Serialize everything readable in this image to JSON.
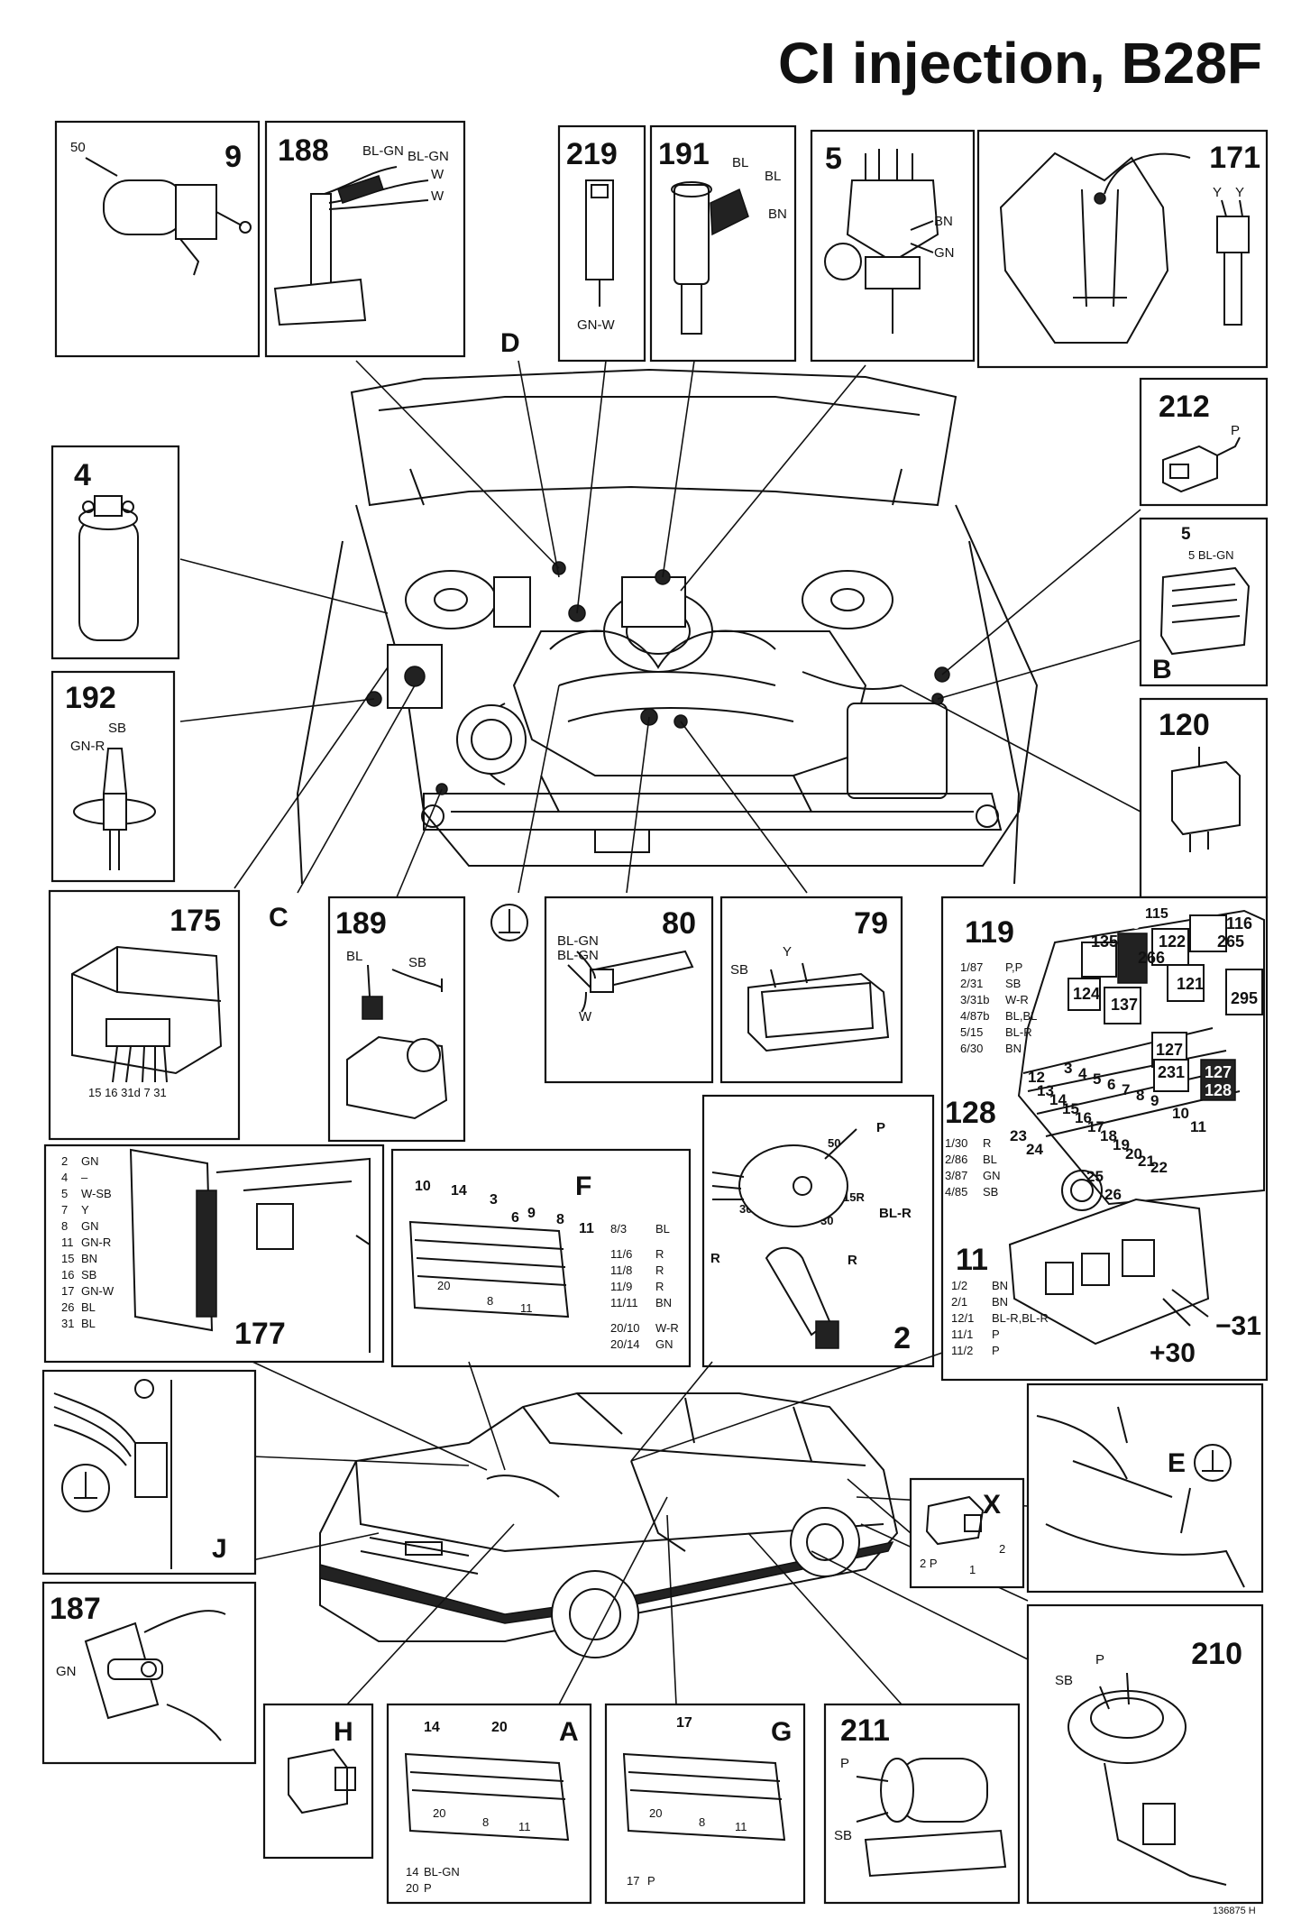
{
  "title": "CI injection, B28F",
  "figure_code": "136875 H",
  "ground_symbol": "⊥",
  "components": {
    "c50_9": {
      "num": "9",
      "label_50": "50"
    },
    "c188": {
      "num": "188",
      "w1": "BL-GN",
      "w2": "BL-GN",
      "w3": "W",
      "w4": "W"
    },
    "c219": {
      "num": "219",
      "wire": "GN-W"
    },
    "c191": {
      "num": "191",
      "w1": "BL",
      "w2": "BL",
      "w3": "BN"
    },
    "c5": {
      "num": "5",
      "w1": "BN",
      "w2": "GN"
    },
    "c171": {
      "num": "171",
      "w1": "Y",
      "w2": "Y"
    },
    "c212": {
      "num": "212",
      "w1": "P"
    },
    "cB": {
      "num": "5",
      "wire": "5 BL-GN",
      "letter": "B"
    },
    "c120": {
      "num": "120"
    },
    "c4": {
      "num": "4"
    },
    "c192": {
      "num": "192",
      "w1": "GN-R",
      "w2": "SB"
    },
    "c175": {
      "num": "175",
      "pins": "15 16 31d 7 31"
    },
    "c189": {
      "num": "189",
      "w1": "BL",
      "w2": "SB"
    },
    "c80": {
      "num": "80",
      "w1": "BL-GN",
      "w2": "BL-GN",
      "w3": "W"
    },
    "c79": {
      "num": "79",
      "w1": "Y",
      "w2": "SB"
    },
    "c177": {
      "num": "177"
    },
    "cF": {
      "letter": "F",
      "n10": "10",
      "n14": "14",
      "n3": "3",
      "n6": "6",
      "n9": "9",
      "n8": "8",
      "n11": "11",
      "n20": "20",
      "n8b": "8",
      "n11b": "11"
    },
    "c2": {
      "num": "2",
      "p": "P",
      "n50": "50",
      "n15r": "15R",
      "blr": "BL-R",
      "n30a": "30",
      "n30b": "30",
      "r1": "R",
      "r2": "R"
    },
    "cX": {
      "letter": "X",
      "n2p": "2 P",
      "n1": "1",
      "n2": "2"
    },
    "cE": {
      "letter": "E"
    },
    "cJ": {
      "letter": "J"
    },
    "c187": {
      "num": "187",
      "w1": "GN"
    },
    "cH": {
      "letter": "H"
    },
    "cA": {
      "letter": "A",
      "n14": "14",
      "n20": "20",
      "n20b": "20",
      "n8": "8",
      "n11": "11"
    },
    "cG": {
      "letter": "G",
      "n17": "17",
      "n20": "20",
      "n8": "8",
      "n11": "11"
    },
    "c211": {
      "num": "211",
      "w1": "P",
      "w2": "SB"
    },
    "c210": {
      "num": "210",
      "w1": "SB",
      "w2": "P"
    },
    "fusebox": {
      "n119": "119",
      "n128": "128",
      "n11": "11",
      "plus30": "+30",
      "minus31": "−31",
      "relays": [
        "115",
        "116",
        "265",
        "119",
        "135",
        "122",
        "266",
        "121",
        "124",
        "137",
        "295",
        "127",
        "231",
        "127",
        "128"
      ],
      "fuses": [
        "12",
        "13",
        "14",
        "15",
        "16",
        "17",
        "18",
        "19",
        "20",
        "21",
        "22",
        "23",
        "24",
        "25",
        "26",
        "3",
        "4",
        "5",
        "6",
        "7",
        "8",
        "9",
        "10",
        "11"
      ]
    }
  },
  "callouts": {
    "D": "D",
    "C": "C"
  },
  "pin_tables": {
    "t119": [
      [
        "1/87",
        "P,P"
      ],
      [
        "2/31",
        "SB"
      ],
      [
        "3/31b",
        "W-R"
      ],
      [
        "4/87b",
        "BL,BL"
      ],
      [
        "5/15",
        "BL-R"
      ],
      [
        "6/30",
        "BN"
      ]
    ],
    "t128": [
      [
        "1/30",
        "R"
      ],
      [
        "2/86",
        "BL"
      ],
      [
        "3/87",
        "GN"
      ],
      [
        "4/85",
        "SB"
      ]
    ],
    "t11": [
      [
        "1/2",
        "BN"
      ],
      [
        "2/1",
        "BN"
      ],
      [
        "12/1",
        "BL-R,BL-R"
      ],
      [
        "11/1",
        "P"
      ],
      [
        "11/2",
        "P"
      ]
    ],
    "tF": [
      [
        "8/3",
        "BL"
      ],
      [
        "11/6",
        "R"
      ],
      [
        "11/8",
        "R"
      ],
      [
        "11/9",
        "R"
      ],
      [
        "11/11",
        "BN"
      ],
      [
        "20/10",
        "W-R"
      ],
      [
        "20/14",
        "GN"
      ]
    ],
    "t177": [
      [
        "2",
        "GN"
      ],
      [
        "4",
        "–"
      ],
      [
        "5",
        "W-SB"
      ],
      [
        "7",
        "Y"
      ],
      [
        "8",
        "GN"
      ],
      [
        "11",
        "GN-R"
      ],
      [
        "15",
        "BN"
      ],
      [
        "16",
        "SB"
      ],
      [
        "17",
        "GN-W"
      ],
      [
        "26",
        "BL"
      ],
      [
        "31",
        "BL"
      ]
    ],
    "tA": [
      [
        "14",
        "BL-GN"
      ],
      [
        "20",
        "P"
      ]
    ],
    "tG": [
      [
        "17",
        "P"
      ]
    ]
  }
}
